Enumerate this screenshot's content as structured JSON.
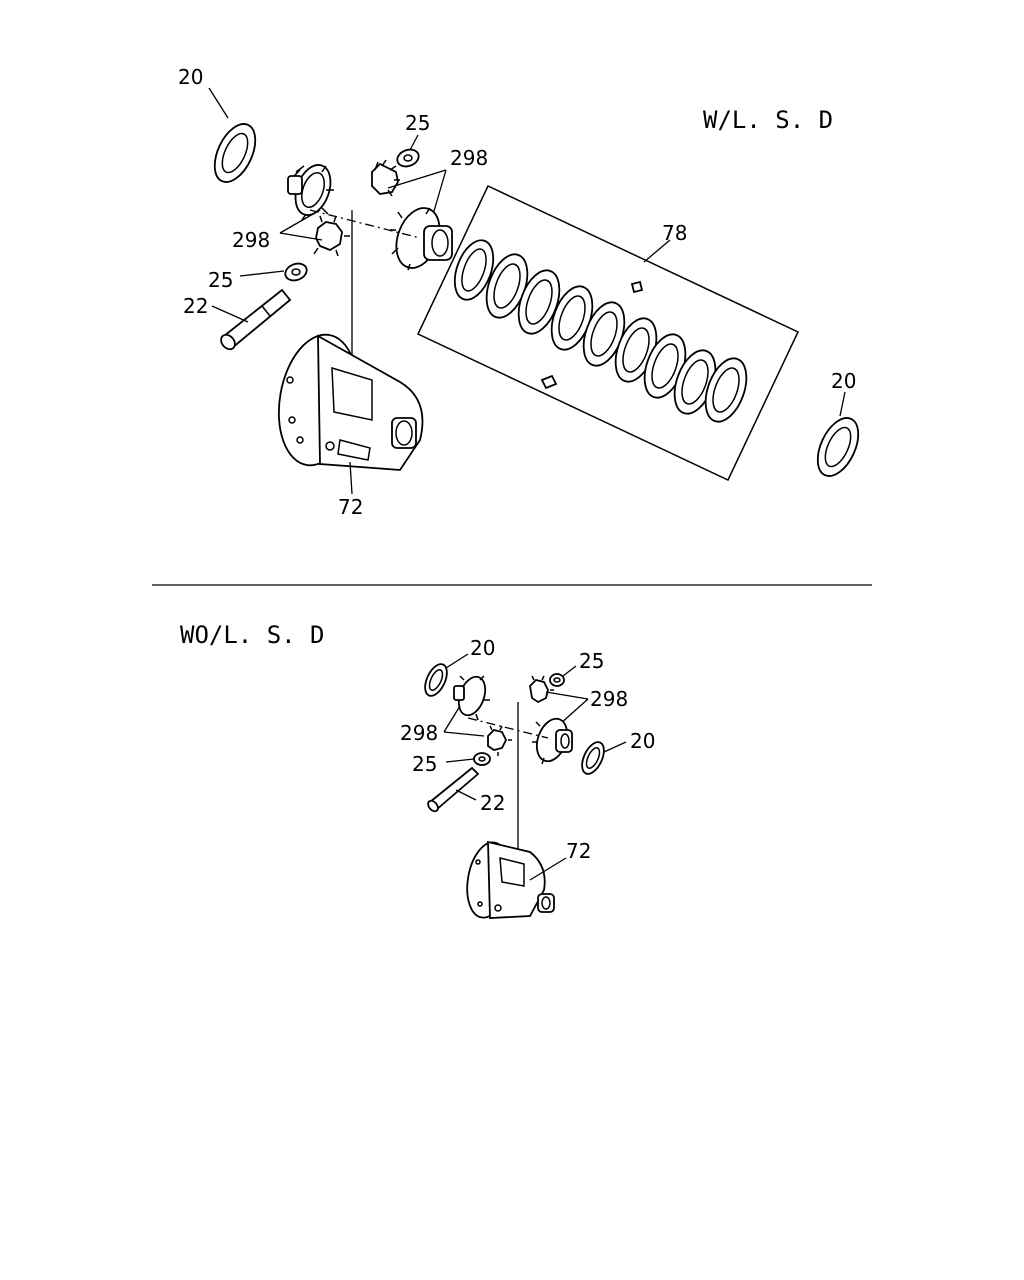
{
  "sections": {
    "upper_title": "W/L. S. D",
    "lower_title": "WO/L. S. D"
  },
  "upper_labels": {
    "p20a": "20",
    "p25a": "25",
    "p298a": "298",
    "p298b": "298",
    "p25b": "25",
    "p22": "22",
    "p78": "78",
    "p20b": "20",
    "p72": "72"
  },
  "lower_labels": {
    "p20a": "20",
    "p25a": "25",
    "p298a": "298",
    "p298b": "298",
    "p20b": "20",
    "p25b": "25",
    "p22": "22",
    "p72": "72"
  }
}
